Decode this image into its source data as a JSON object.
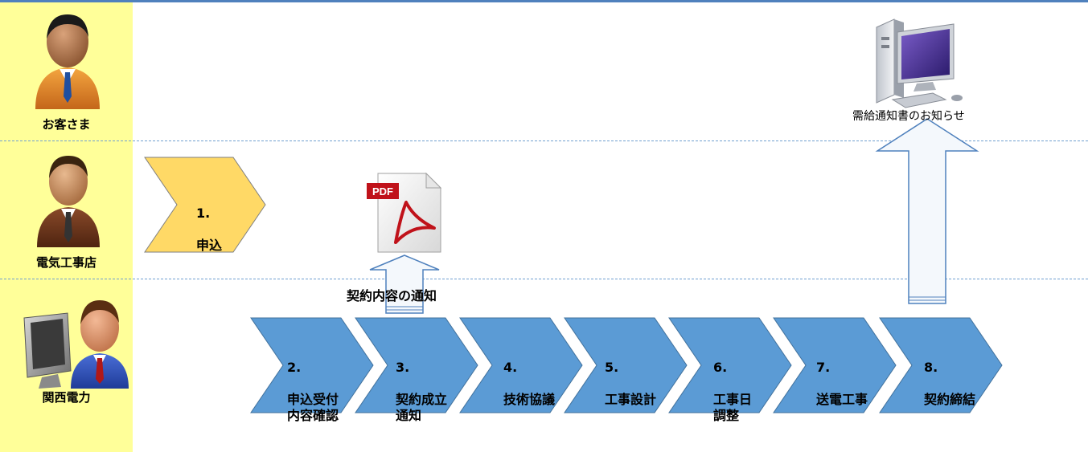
{
  "roles": [
    {
      "label": "お客さま"
    },
    {
      "label": "電気工事店"
    },
    {
      "label": "関西電力"
    }
  ],
  "application_step": {
    "number": "1.",
    "label": "申込"
  },
  "steps": [
    {
      "number": "2.",
      "label": "申込受付\n内容確認"
    },
    {
      "number": "3.",
      "label": "契約成立\n通知"
    },
    {
      "number": "4.",
      "label": "技術協議"
    },
    {
      "number": "5.",
      "label": "工事設計"
    },
    {
      "number": "6.",
      "label": "工事日\n調整"
    },
    {
      "number": "7.",
      "label": "送電工事"
    },
    {
      "number": "8.",
      "label": "契約締結"
    }
  ],
  "notices": {
    "contract_notice": "契約内容の通知",
    "supply_notice": "需給通知書のお知らせ"
  },
  "pdf_icon": {
    "badge": "PDF"
  },
  "colors": {
    "lane_background": "#ffff99",
    "step_fill": "#5b9bd5",
    "step_stroke": "#41719c",
    "apply_fill": "#ffd966",
    "divider": "#6f9fd0"
  },
  "icons": [
    "customer-avatar-icon",
    "contractor-avatar-icon",
    "operator-avatar-icon",
    "pdf-document-icon",
    "desktop-computer-icon"
  ]
}
